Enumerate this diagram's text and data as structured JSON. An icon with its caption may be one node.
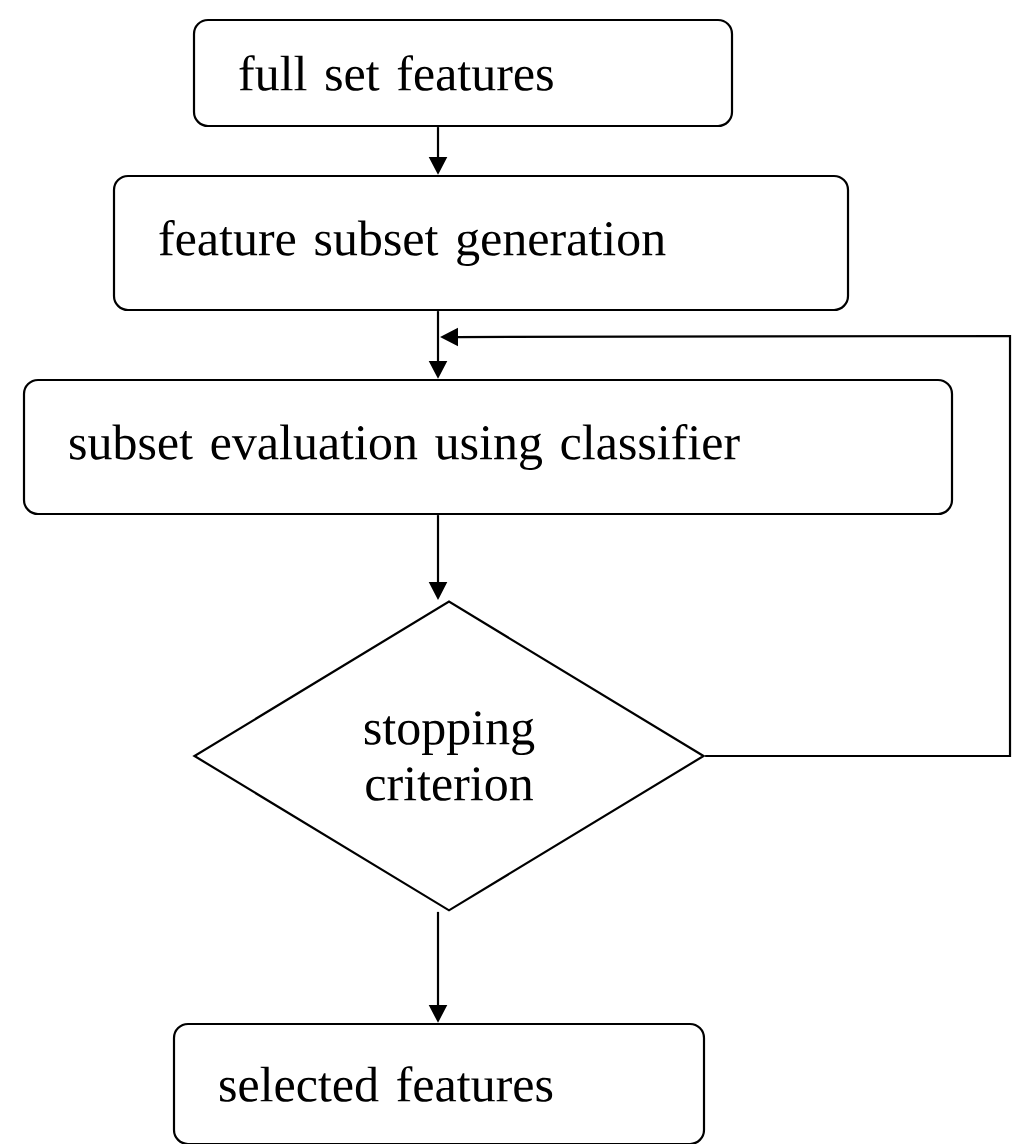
{
  "diagram": {
    "nodes": [
      {
        "text": [
          "full set features"
        ]
      },
      {
        "text": [
          "feature subset generation"
        ]
      },
      {
        "text": [
          "subset evaluation using classifier"
        ]
      },
      {
        "text": [
          "stopping criterion"
        ]
      },
      {
        "text": [
          "selected features"
        ]
      }
    ],
    "edges": [
      {
        "from": 0,
        "to": 1,
        "arrow": "to"
      },
      {
        "from": 1,
        "to": 2,
        "arrow": "to"
      },
      {
        "from": 2,
        "to": 3,
        "arrow": "to"
      },
      {
        "from": 3,
        "to": 4,
        "arrow": "to"
      },
      {
        "from": 3,
        "to": 1,
        "arrow": "to"
      }
    ]
  }
}
